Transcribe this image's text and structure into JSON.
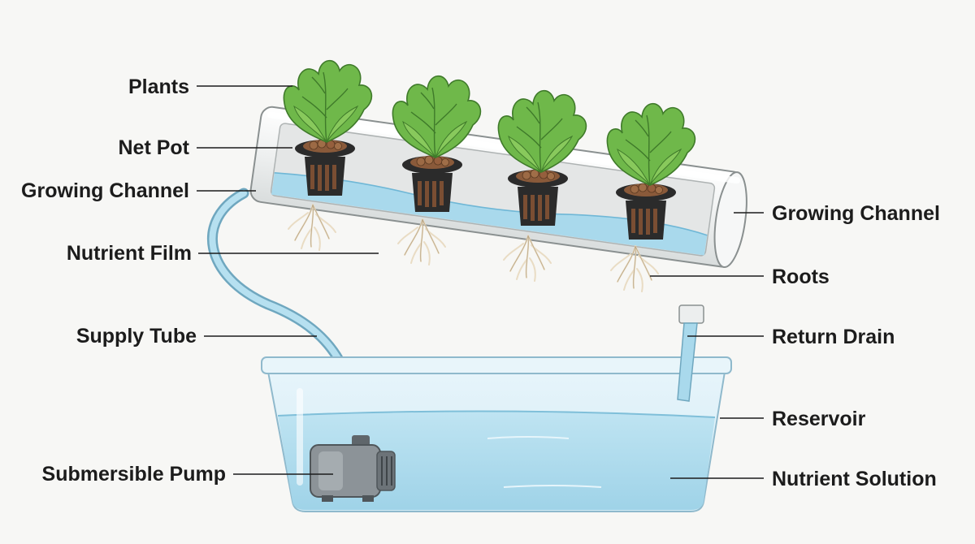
{
  "labels": {
    "plants": "Plants",
    "net_pot": "Net Pot",
    "growing_channel_left": "Growing Channel",
    "nutrient_film": "Nutrient Film",
    "supply_tube": "Supply Tube",
    "submersible_pump": "Submersible Pump",
    "growing_channel_right": "Growing Channel",
    "roots": "Roots",
    "return_drain": "Return Drain",
    "reservoir": "Reservoir",
    "nutrient_solution": "Nutrient Solution"
  },
  "colors": {
    "water": "#a9d9ec",
    "water_dark": "#6fb7d6",
    "channel": "#f2f3f3",
    "pot": "#2b2b2b",
    "pebbles": "#8a5a3a",
    "leaf": "#6fb84a",
    "leaf_dark": "#3f8a2c",
    "pump": "#8c9398"
  },
  "icons": [
    "lettuce-plant-icon",
    "net-pot-icon",
    "pump-icon"
  ]
}
